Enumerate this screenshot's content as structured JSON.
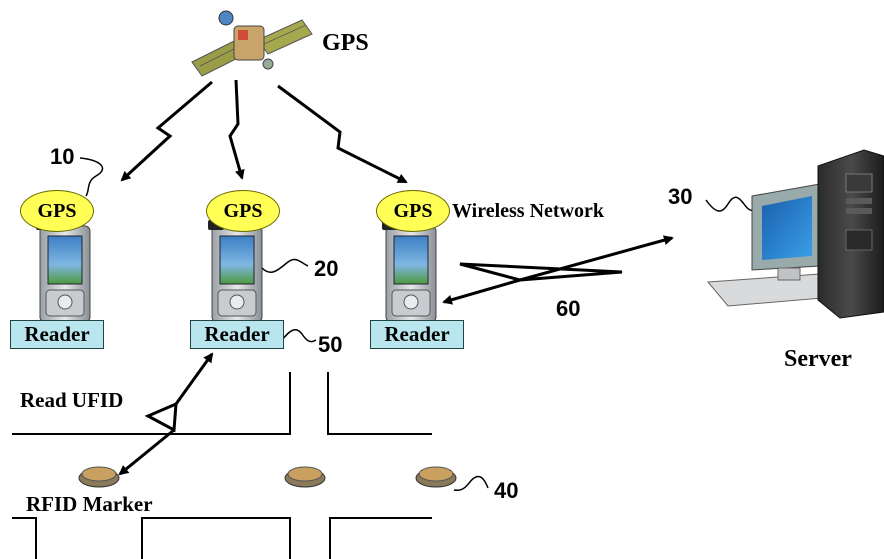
{
  "title": "GPS",
  "nodes": {
    "gps_badge": "GPS",
    "reader_label": "Reader",
    "network_label": "Wireless Network",
    "server_label": "Server",
    "read_label": "Read UFID",
    "marker_label": "RFID Marker"
  },
  "refs": {
    "handheld_first": "10",
    "handheld": "20",
    "server": "30",
    "marker": "40",
    "reader": "50",
    "link": "60"
  },
  "colors": {
    "gps_oval": "#ffff55",
    "reader_box": "#b9e6ee",
    "screen": "#6aa8d8",
    "monitor_screen": "#2f86cf",
    "marker": "#c9a060"
  },
  "icons": [
    "satellite-icon",
    "pda-icon",
    "server-tower-icon",
    "monitor-icon",
    "rfid-marker-icon"
  ]
}
